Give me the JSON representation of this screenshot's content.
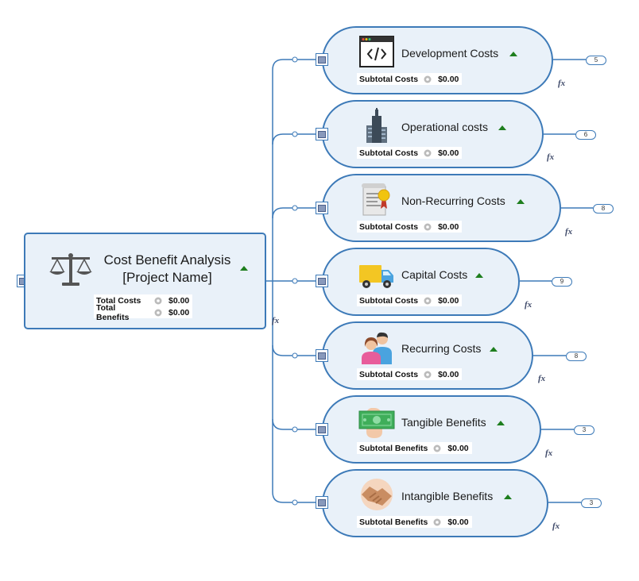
{
  "root": {
    "title_line1": "Cost Benefit Analysis",
    "title_line2": "[Project Name]",
    "fields": [
      {
        "label": "Total Costs",
        "value": "$0.00"
      },
      {
        "label": "Total Benefits",
        "value": "$0.00"
      }
    ],
    "fx": "fx",
    "icon": "scales-icon"
  },
  "branches": [
    {
      "title": "Development Costs",
      "subtotal_label": "Subtotal Costs",
      "subtotal_value": "$0.00",
      "badge": "5",
      "fx": "fx",
      "icon": "code-window-icon"
    },
    {
      "title": "Operational costs",
      "subtotal_label": "Subtotal Costs",
      "subtotal_value": "$0.00",
      "badge": "6",
      "fx": "fx",
      "icon": "skyscraper-icon"
    },
    {
      "title": "Non-Recurring Costs",
      "subtotal_label": "Subtotal Costs",
      "subtotal_value": "$0.00",
      "badge": "8",
      "fx": "fx",
      "icon": "certificate-icon"
    },
    {
      "title": "Capital Costs",
      "subtotal_label": "Subtotal Costs",
      "subtotal_value": "$0.00",
      "badge": "9",
      "fx": "fx",
      "icon": "truck-icon"
    },
    {
      "title": "Recurring Costs",
      "subtotal_label": "Subtotal Costs",
      "subtotal_value": "$0.00",
      "badge": "8",
      "fx": "fx",
      "icon": "people-icon"
    },
    {
      "title": "Tangible Benefits",
      "subtotal_label": "Subtotal Benefits",
      "subtotal_value": "$0.00",
      "badge": "3",
      "fx": "fx",
      "icon": "money-hand-icon"
    },
    {
      "title": "Intangible Benefits",
      "subtotal_label": "Subtotal Benefits",
      "subtotal_value": "$0.00",
      "badge": "3",
      "fx": "fx",
      "icon": "handshake-icon"
    }
  ],
  "colors": {
    "border": "#3d7ab8",
    "fill": "#e9f1f9",
    "collapse": "#1e7e1e"
  }
}
